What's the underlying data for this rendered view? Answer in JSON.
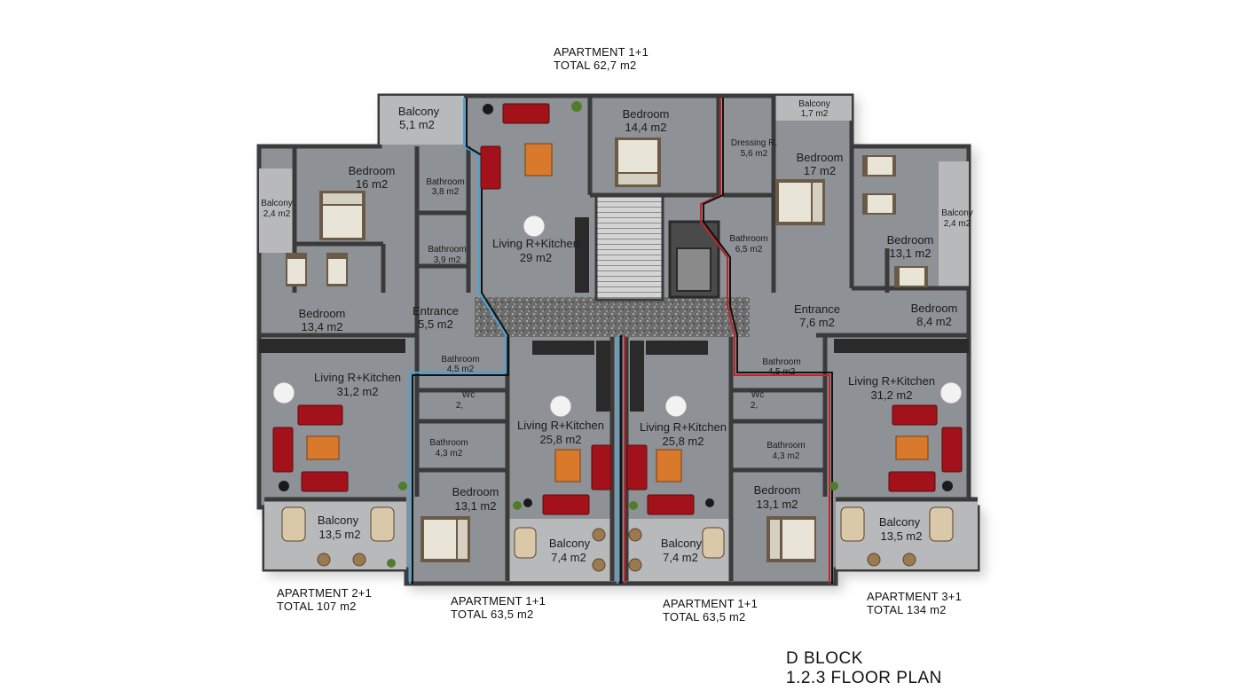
{
  "apartments": {
    "top": {
      "type": "APARTMENT 1+1",
      "total": "TOTAL 62,7 m2"
    },
    "bottom_left": {
      "type": "APARTMENT 2+1",
      "total": "TOTAL 107 m2"
    },
    "bottom_mid_left": {
      "type": "APARTMENT 1+1",
      "total": "TOTAL 63,5 m2"
    },
    "bottom_mid_right": {
      "type": "APARTMENT 1+1",
      "total": "TOTAL 63,5 m2"
    },
    "bottom_right": {
      "type": "APARTMENT 3+1",
      "total": "TOTAL 134 m2"
    }
  },
  "block": {
    "name": "D BLOCK",
    "plan": "1.2.3 FLOOR PLAN"
  },
  "rooms": {
    "r01": {
      "name": "Balcony",
      "area": "5,1 m2"
    },
    "r02": {
      "name": "Bedroom",
      "area": "14,4 m2"
    },
    "r03": {
      "name": "Balcony",
      "area": "1,7 m2"
    },
    "r04": {
      "name": "Dressing R.",
      "area": "5,6 m2"
    },
    "r05": {
      "name": "Bedroom",
      "area": "17 m2"
    },
    "r06": {
      "name": "Bedroom",
      "area": "16 m2"
    },
    "r07": {
      "name": "Bathroom",
      "area": "3,8 m2"
    },
    "r08": {
      "name": "Balcony",
      "area": "2,4 m2"
    },
    "r09": {
      "name": "Living R+Kitchen",
      "area": "29 m2"
    },
    "r10": {
      "name": "Bathroom",
      "area": "3,9 m2"
    },
    "r11": {
      "name": "Bathroom",
      "area": "6,5 m2"
    },
    "r12": {
      "name": "Balcony",
      "area": "2,4 m2"
    },
    "r13": {
      "name": "Bedroom",
      "area": "13,1 m2"
    },
    "r14": {
      "name": "Bedroom",
      "area": "13,4 m2"
    },
    "r15": {
      "name": "Entrance",
      "area": "5,5 m2"
    },
    "r16": {
      "name": "Entrance",
      "area": "7,6 m2"
    },
    "r17": {
      "name": "Bedroom",
      "area": "8,4 m2"
    },
    "r18": {
      "name": "Bathroom",
      "area": "4,5 m2"
    },
    "r19": {
      "name": "Bathroom",
      "area": "4,5 m2"
    },
    "r20": {
      "name": "Living R+Kitchen",
      "area": "31,2 m2"
    },
    "r21": {
      "name": "Living R+Kitchen",
      "area": "31,2 m2"
    },
    "r22": {
      "name": "Wc",
      "area": "2,"
    },
    "r23": {
      "name": "Wc",
      "area": "2,"
    },
    "r24": {
      "name": "Living R+Kitchen",
      "area": "25,8 m2"
    },
    "r25": {
      "name": "Living R+Kitchen",
      "area": "25,8 m2"
    },
    "r26": {
      "name": "Bathroom",
      "area": "4,3 m2"
    },
    "r27": {
      "name": "Bathroom",
      "area": "4,3 m2"
    },
    "r28": {
      "name": "Bedroom",
      "area": "13,1 m2"
    },
    "r29": {
      "name": "Bedroom",
      "area": "13,1 m2"
    },
    "r30": {
      "name": "Balcony",
      "area": "13,5 m2"
    },
    "r31": {
      "name": "Balcony",
      "area": "13,5 m2"
    },
    "r32": {
      "name": "Balcony",
      "area": "7,4 m2"
    },
    "r33": {
      "name": "Balcony",
      "area": "7,4 m2"
    }
  },
  "colors": {
    "floor": "#8e9195",
    "floor_dark": "#7d8084",
    "wall": "#3a3a3a",
    "balcony": "#b8b9bb",
    "corridor": "#5b5b5b",
    "stairs": "#cfcfcf",
    "sofa": "#a3121a",
    "table": "#d8792c",
    "bed_frame": "#6b5a45",
    "bed_sheet": "#e9e4d8",
    "line_blue": "#4aa3d8",
    "line_red": "#c0242c"
  }
}
